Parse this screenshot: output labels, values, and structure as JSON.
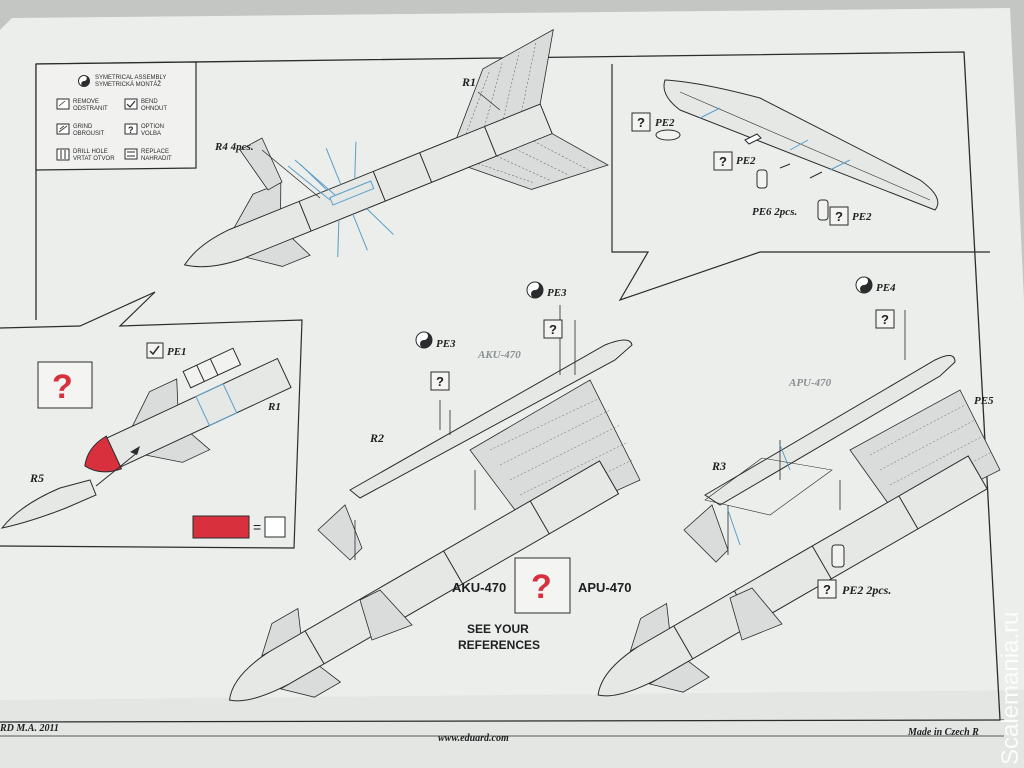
{
  "legend": {
    "items": [
      {
        "icon": "yin-yang-icon",
        "line1": "SYMETRICAL ASSEMBLY",
        "line2": "SYMETRICKÁ MONTÁŽ"
      },
      {
        "icon": "remove-icon",
        "line1": "REMOVE",
        "line2": "ODSTRANIT"
      },
      {
        "icon": "bend-icon",
        "line1": "BEND",
        "line2": "OHNOUT"
      },
      {
        "icon": "grind-icon",
        "line1": "GRIND",
        "line2": "OBROUSIT"
      },
      {
        "icon": "option-icon",
        "line1": "OPTION",
        "line2": "VOLBA"
      },
      {
        "icon": "drill-icon",
        "line1": "DRILL HOLE",
        "line2": "VRTAT OTVOR"
      },
      {
        "icon": "replace-icon",
        "line1": "REPLACE",
        "line2": "NAHRADIT"
      }
    ]
  },
  "labels": {
    "r1_top": "R1",
    "r4": "R4 4pcs.",
    "pe2_a": "PE2",
    "pe2_b": "PE2",
    "pe6": "PE6 2pcs.",
    "pe2_c": "PE2",
    "pe1": "PE1",
    "r1_inset": "R1",
    "r5": "R5",
    "pe3_a": "PE3",
    "pe3_b": "PE3",
    "aku_gray": "AKU-470",
    "r2": "R2",
    "pe4": "PE4",
    "apu_gray": "APU-470",
    "pe5": "PE5",
    "r3": "R3",
    "pe2_2pcs": "PE2 2pcs.",
    "aku_bold": "AKU-470",
    "apu_bold": "APU-470",
    "see_line1": "SEE YOUR",
    "see_line2": "REFERENCES",
    "question_mark": "?",
    "option_mark": "?",
    "equals": "="
  },
  "footer": {
    "left": "RD  M.A. 2011",
    "center": "www.eduard.com",
    "right": "Made in Czech R"
  },
  "watermark": "Scalemania.ru",
  "colors": {
    "paper": "#eef0ee",
    "ink": "#2a2c2e",
    "red_nose": "#d8303c",
    "blue_parts": "#5a9fc9",
    "gray_text": "#8a8f93"
  }
}
